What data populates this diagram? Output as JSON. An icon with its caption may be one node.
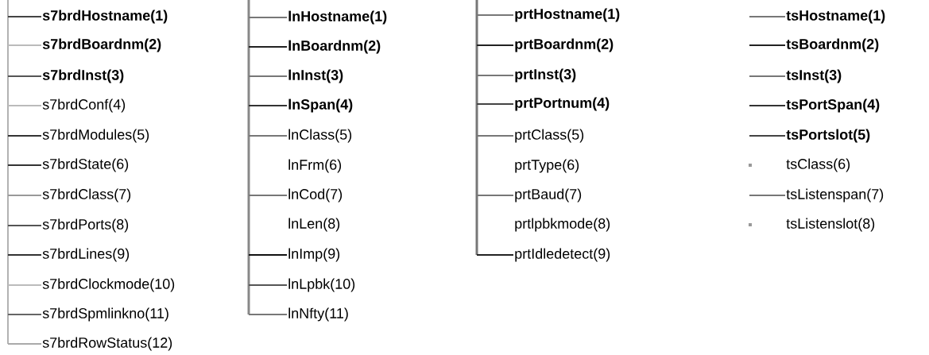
{
  "diagram": {
    "nodes": [
      {
        "text": [
          "s7brdHostname(1)"
        ]
      },
      {
        "text": [
          "s7brdBoardnm(2)"
        ]
      },
      {
        "text": [
          "s7brdInst(3)"
        ]
      },
      {
        "text": [
          "s7brdConf(4)"
        ]
      },
      {
        "text": [
          "s7brdModules(5)"
        ]
      },
      {
        "text": [
          "s7brdState(6)"
        ]
      },
      {
        "text": [
          "s7brdClass(7)"
        ]
      },
      {
        "text": [
          "s7brdPorts(8)"
        ]
      },
      {
        "text": [
          "s7brdLines(9)"
        ]
      },
      {
        "text": [
          "s7brdClockmode(10)"
        ]
      },
      {
        "text": [
          "s7brdSpmlinkno(11)"
        ]
      },
      {
        "text": [
          "s7brdRowStatus(12)"
        ]
      },
      {
        "text": [
          "lnHostname(1)"
        ]
      },
      {
        "text": [
          "lnBoardnm(2)"
        ]
      },
      {
        "text": [
          "lnInst(3)"
        ]
      },
      {
        "text": [
          "lnSpan(4)"
        ]
      },
      {
        "text": [
          "lnClass(5)"
        ]
      },
      {
        "text": [
          "lnFrm(6)"
        ]
      },
      {
        "text": [
          "lnCod(7)"
        ]
      },
      {
        "text": [
          "lnLen(8)"
        ]
      },
      {
        "text": [
          "lnImp(9)"
        ]
      },
      {
        "text": [
          "lnLpbk(10)"
        ]
      },
      {
        "text": [
          "lnNfty(11)"
        ]
      },
      {
        "text": [
          "prtHostname(1)"
        ]
      },
      {
        "text": [
          "prtBoardnm(2)"
        ]
      },
      {
        "text": [
          "prtInst(3)"
        ]
      },
      {
        "text": [
          "prtPortnum(4)"
        ]
      },
      {
        "text": [
          "prtClass(5)"
        ]
      },
      {
        "text": [
          "prtType(6)"
        ]
      },
      {
        "text": [
          "prtBaud(7)"
        ]
      },
      {
        "text": [
          "prtlpbkmode(8)"
        ]
      },
      {
        "text": [
          "prtIdledetect(9)"
        ]
      },
      {
        "text": [
          "tsHostname(1)"
        ]
      },
      {
        "text": [
          "tsBoardnm(2)"
        ]
      },
      {
        "text": [
          "tsInst(3)"
        ]
      },
      {
        "text": [
          "tsPortSpan(4)"
        ]
      },
      {
        "text": [
          "tsPortslot(5)"
        ]
      },
      {
        "text": [
          "tsClass(6)"
        ]
      },
      {
        "text": [
          "tsListenspan(7)"
        ]
      },
      {
        "text": [
          "tsListenslot(8)"
        ]
      }
    ],
    "edges": [
      {
        "from": null,
        "to": 0,
        "arrow": "none",
        "color": "#444444"
      },
      {
        "from": null,
        "to": 1,
        "arrow": "none",
        "color": "#bbbbbb"
      },
      {
        "from": null,
        "to": 2,
        "arrow": "none",
        "color": "#555555"
      },
      {
        "from": null,
        "to": 3,
        "arrow": "none",
        "color": "#bbbbbb"
      },
      {
        "from": null,
        "to": 4,
        "arrow": "none",
        "color": "#333333"
      },
      {
        "from": null,
        "to": 5,
        "arrow": "none",
        "color": "#333333"
      },
      {
        "from": null,
        "to": 6,
        "arrow": "none",
        "color": "#999999"
      },
      {
        "from": null,
        "to": 7,
        "arrow": "none",
        "color": "#555555"
      },
      {
        "from": null,
        "to": 8,
        "arrow": "none",
        "color": "#333333"
      },
      {
        "from": null,
        "to": 9,
        "arrow": "none",
        "color": "#bbbbbb"
      },
      {
        "from": null,
        "to": 10,
        "arrow": "none",
        "color": "#666666"
      },
      {
        "from": null,
        "to": 11,
        "arrow": "none",
        "color": "#aaaaaa"
      },
      {
        "from": null,
        "to": 12,
        "arrow": "none"
      },
      {
        "from": null,
        "to": 13,
        "arrow": "none",
        "color": "#222222"
      },
      {
        "from": null,
        "to": 14,
        "arrow": "none"
      },
      {
        "from": null,
        "to": 15,
        "arrow": "none",
        "color": "#333333"
      },
      {
        "from": null,
        "to": 16,
        "arrow": "none"
      },
      {
        "from": null,
        "to": 18,
        "arrow": "none"
      },
      {
        "from": null,
        "to": 20,
        "arrow": "none",
        "color": "#111111"
      },
      {
        "from": null,
        "to": 21,
        "arrow": "none",
        "color": "#555555"
      },
      {
        "from": null,
        "to": 22,
        "arrow": "none"
      },
      {
        "from": null,
        "to": 23,
        "arrow": "none"
      },
      {
        "from": null,
        "to": 24,
        "arrow": "none",
        "color": "#222222"
      },
      {
        "from": null,
        "to": 25,
        "arrow": "none"
      },
      {
        "from": null,
        "to": 26,
        "arrow": "none",
        "color": "#444444"
      },
      {
        "from": null,
        "to": 27,
        "arrow": "none"
      },
      {
        "from": null,
        "to": 29,
        "arrow": "none"
      },
      {
        "from": null,
        "to": 31,
        "arrow": "none",
        "color": "#222222"
      },
      {
        "from": null,
        "to": 32,
        "arrow": "none"
      },
      {
        "from": null,
        "to": 33,
        "arrow": "none",
        "color": "#222222"
      },
      {
        "from": null,
        "to": 34,
        "arrow": "none"
      },
      {
        "from": null,
        "to": 35,
        "arrow": "none",
        "color": "#333333"
      },
      {
        "from": null,
        "to": 36,
        "arrow": "none",
        "color": "#444444"
      },
      {
        "from": null,
        "to": 38,
        "arrow": "none"
      }
    ]
  }
}
